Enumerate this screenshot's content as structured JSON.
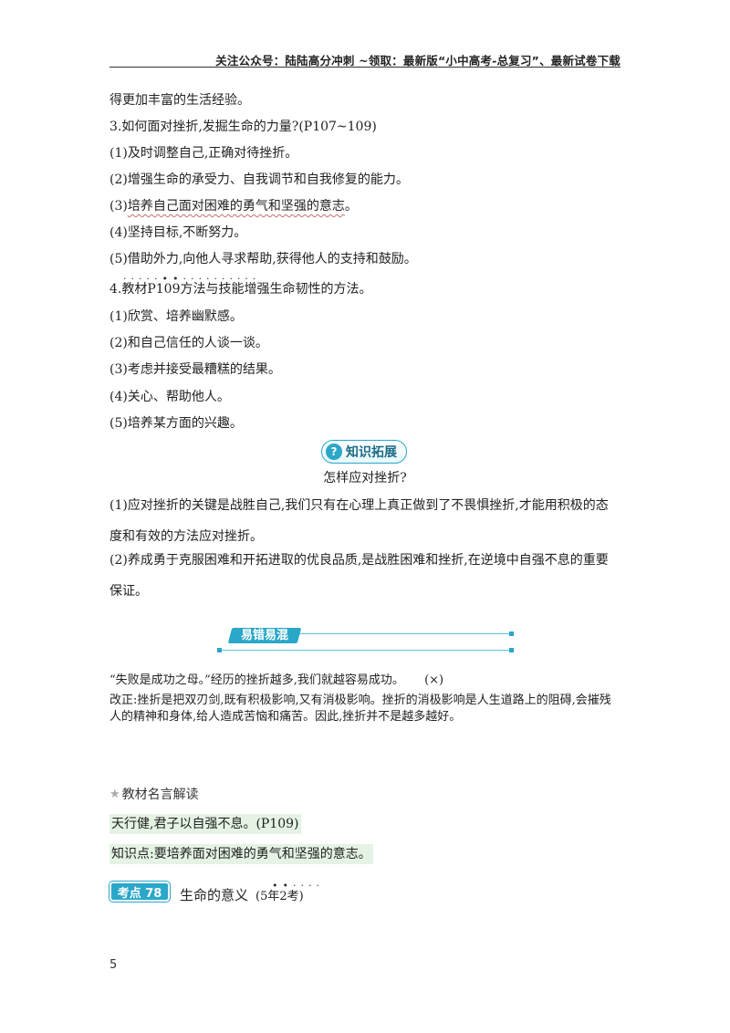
{
  "header": {
    "text": "关注公众号：陆陆高分冲刺  ~领取：最新版“小中高考-总复习”、最新试卷下载"
  },
  "body_lines": {
    "l0": "得更加丰富的生活经验。",
    "l1": "3.如何面对挫折,发掘生命的力量?(P107~109)",
    "l2": "(1)及时调整自己,正确对待挫折。",
    "l3": "(2)增强生命的承受力、自我调节和自我修复的能力。",
    "l4": "(3)",
    "l4_wavy": "培养自己面对困难的勇气和坚强的意志",
    "l4_end": "。",
    "l5": "(4)坚持目标,不断努力。",
    "l6": "(5)借助外力,向他人寻求帮助,获得他人的支持和鼓励。",
    "l7": "4.教材P109方法与技能增强生命韧性的方法。",
    "l8": "(1)欣赏、培养幽默感。",
    "l9": "(2)和自己信任的人谈一谈。",
    "l10": "(3)考虑并接受最糟糕的结果。",
    "l11": "(4)关心、帮助他人。",
    "l12": "(5)培养某方面的兴趣。"
  },
  "knowledge_ext": {
    "badge": "知识拓展",
    "icon": "question-icon",
    "question": "怎样应对挫折?",
    "p1": "(1)应对挫折的关键是战胜自己,我们只有在心理上真正做到了不畏惧挫折,才能用积极的态度和有效的方法应对挫折。",
    "p2": "(2)养成勇于克服困难和开拓进取的优良品质,是战胜困难和挫折,在逆境中自强不息的重要保证。"
  },
  "mistake": {
    "tag": "易错易混",
    "statement": "“失败是成功之母。”经历的挫折越多,我们就越容易成功。",
    "verdict": "(×)",
    "correction": "改正:挫折是把双刃剑,既有积极影响,又有消极影响。挫折的消极影响是人生道路上的阻碍,会摧残人的精神和身体,给人造成苦恼和痛苦。因此,挫折并不是越多越好。"
  },
  "quote_section": {
    "star_icon": "star-icon",
    "title": "教材名言解读",
    "quote": "天行健,君子以自强不息。(P109)",
    "point": "知识点:要培养面对困难的勇气和坚强的意志。"
  },
  "kaodian": {
    "badge": "考点 78",
    "title": "生命的意义",
    "sub": "(5年2考)"
  },
  "page_number": "5",
  "colors": {
    "accent": "#2aa7c9",
    "highlight_green": "#e4f3e4",
    "wavy_underline": "#c07070"
  }
}
